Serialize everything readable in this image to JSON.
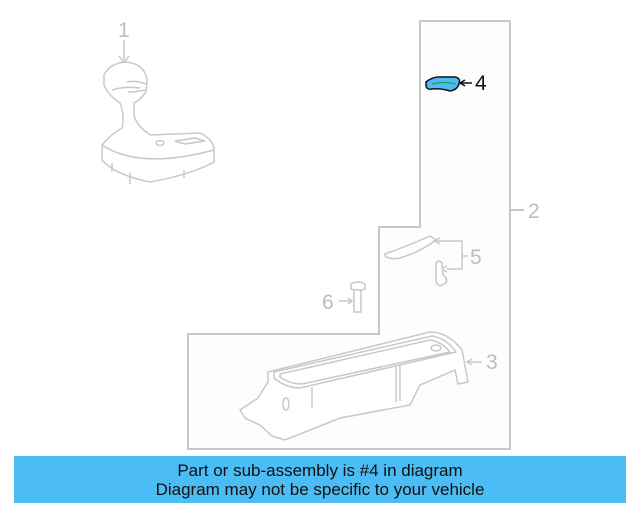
{
  "diagram": {
    "callouts": [
      {
        "id": "1",
        "label": "1",
        "highlighted": false
      },
      {
        "id": "2",
        "label": "2",
        "highlighted": false
      },
      {
        "id": "3",
        "label": "3",
        "highlighted": false
      },
      {
        "id": "4",
        "label": "4",
        "highlighted": true
      },
      {
        "id": "5",
        "label": "5",
        "highlighted": false
      },
      {
        "id": "6",
        "label": "6",
        "highlighted": false
      }
    ],
    "parts": {
      "1": "shift-knob-console-assembly",
      "2": "console-panel",
      "3": "storage-tray",
      "4": "trim-clip",
      "5": "trim-strip-and-screw",
      "6": "pin-fastener"
    },
    "colors": {
      "line": "#c8c8c8",
      "highlight_fill": "#4cbcf4",
      "highlight_stroke": "#111111",
      "highlight_center_line": "#2e8b3a",
      "banner_bg": "#4cbcf4",
      "banner_text": "#111111"
    }
  },
  "banner": {
    "line1": "Part or sub-assembly is #4 in diagram",
    "line2": "Diagram may not be specific to your vehicle"
  }
}
